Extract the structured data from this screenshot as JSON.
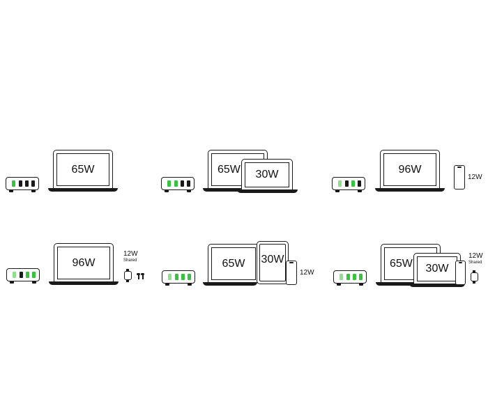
{
  "scenarios": [
    {
      "laptop": "65W"
    },
    {
      "laptop": "65W",
      "laptop2": "30W"
    },
    {
      "laptop": "96W",
      "phone": "12W"
    },
    {
      "laptop": "96W",
      "accessory_watts": "12W",
      "accessory_note": "Shared"
    },
    {
      "laptop": "65W",
      "tablet": "30W",
      "phone": "12W"
    },
    {
      "laptop": "65W",
      "laptop2": "30W",
      "accessory_watts": "12W",
      "accessory_note": "Shared"
    }
  ],
  "colors": {
    "active_port": "#36c43f",
    "outline": "#1a1a1a",
    "background": "#ffffff"
  },
  "icons": [
    "charger-hub-icon",
    "laptop-icon",
    "tablet-icon",
    "phone-icon",
    "watch-icon",
    "earbuds-icon"
  ]
}
